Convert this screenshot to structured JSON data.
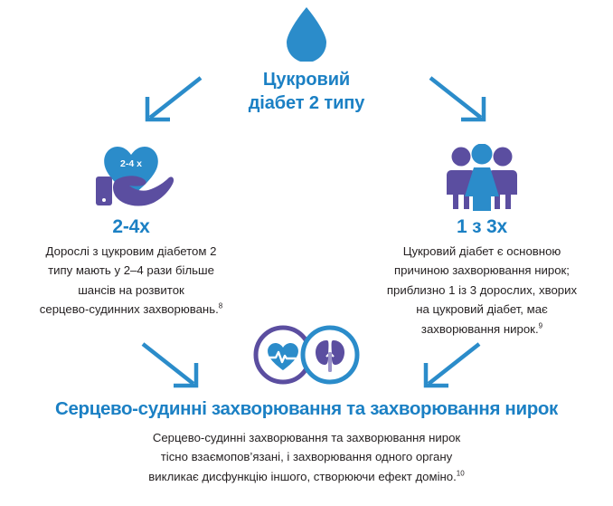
{
  "palette": {
    "blue": "#2b8cca",
    "blue_text": "#1b80c4",
    "purple": "#5b4ea0",
    "purple_light": "#6b5cab",
    "body_text": "#231f20",
    "white": "#ffffff"
  },
  "top_node": {
    "icon": "blood-droplet-icon",
    "title_line1": "Цукровий",
    "title_line2": "діабет 2 типу"
  },
  "arrows": [
    {
      "name": "arrow-top-to-left",
      "direction": "down-left"
    },
    {
      "name": "arrow-top-to-right",
      "direction": "down-right"
    },
    {
      "name": "arrow-left-to-bottom",
      "direction": "down-right"
    },
    {
      "name": "arrow-right-to-bottom",
      "direction": "down-left"
    }
  ],
  "left_node": {
    "icon": "hand-holding-heart-icon",
    "icon_badge": "2-4 x",
    "stat": "2-4х",
    "body_lines": [
      "Дорослі з цукровим діабетом 2",
      "типу мають у 2–4 рази більше",
      "шансів на розвиток",
      "серцево-судинних захворювань."
    ],
    "footnote": "8"
  },
  "right_node": {
    "icon": "three-people-icon",
    "stat": "1 з 3х",
    "body_lines": [
      "Цукровий діабет є основною",
      "причиною захворювання нирок;",
      "приблизно 1 із 3 дорослих, хворих",
      "на цукровий діабет, має",
      "захворювання нирок."
    ],
    "footnote": "9"
  },
  "bottom_node": {
    "icon_left": "heart-with-pulse-icon",
    "icon_right": "kidneys-icon",
    "title": "Серцево-судинні захворювання та захворювання нирок",
    "body_lines": [
      "Серцево-судинні захворювання та захворювання нирок",
      "тісно взаємопов’язані, і захворювання одного органу",
      "викликає дисфункцію іншого, створюючи ефект доміно."
    ],
    "footnote": "10"
  }
}
